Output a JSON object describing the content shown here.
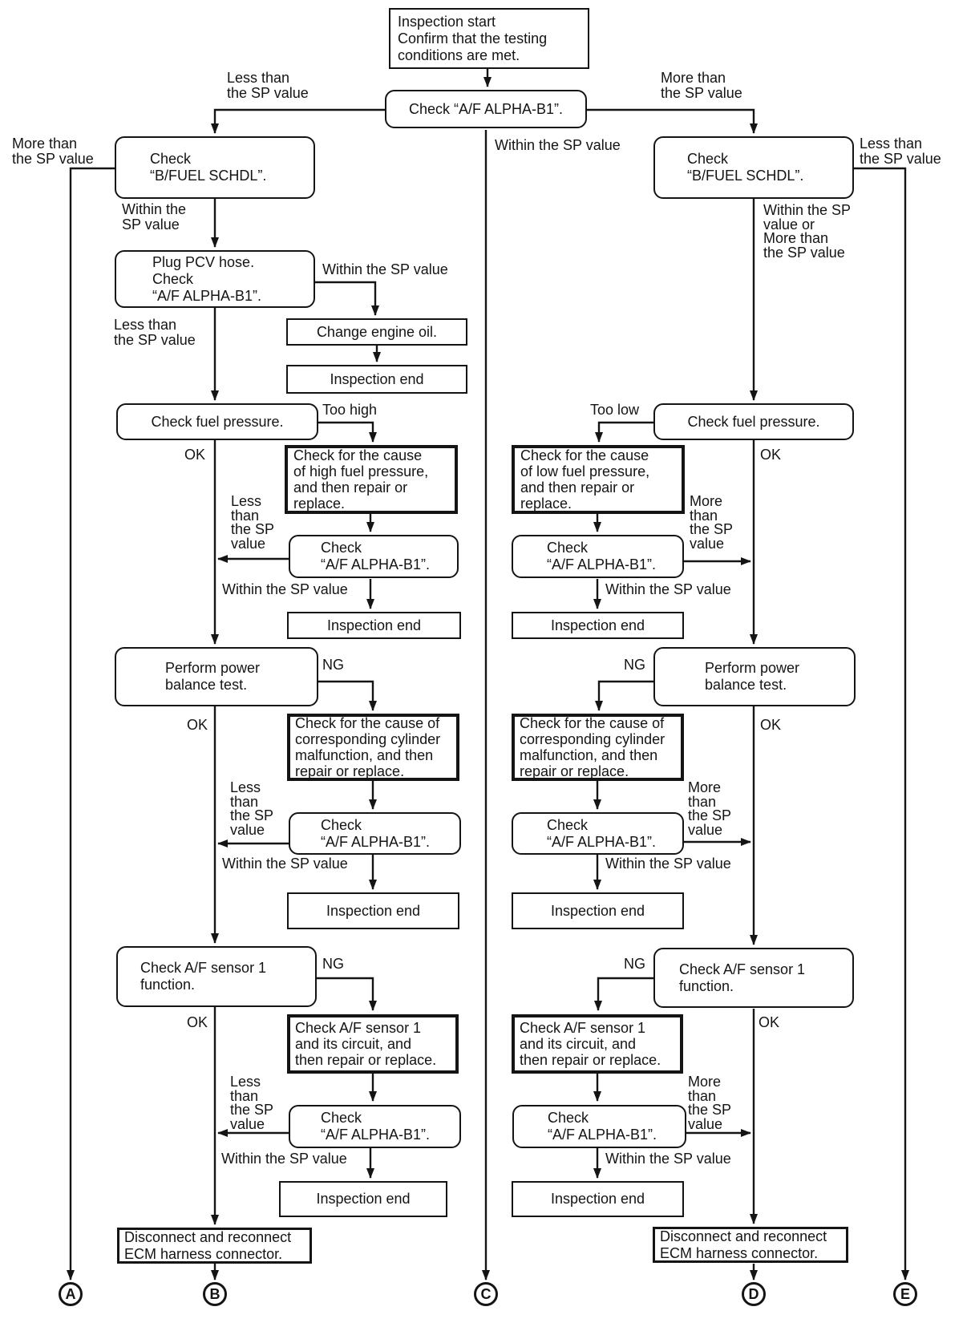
{
  "boxes": {
    "inspection_start": "Inspection start\nConfirm that the testing\nconditions are met.",
    "check_af_alpha_inline": "Check “A/F ALPHA-B1”.",
    "check_bfuel_schdl": "Check\n“B/FUEL SCHDL”.",
    "plug_pcv": "Plug PCV hose.\nCheck\n“A/F ALPHA-B1”.",
    "change_engine_oil": "Change engine oil.",
    "inspection_end": "Inspection end",
    "check_fuel_pressure": "Check fuel pressure.",
    "cause_high_fuel": "Check for the cause\nof high fuel pressure,\nand then repair or\nreplace.",
    "cause_low_fuel": "Check for the cause\nof low fuel pressure,\nand then repair or\nreplace.",
    "check_af_alpha": "Check\n“A/F ALPHA-B1”.",
    "power_balance": "Perform power\nbalance test.",
    "cause_cylinder": "Check for the cause of\ncorresponding cylinder\nmalfunction, and then\nrepair or replace.",
    "check_sensor": "Check A/F sensor 1\nfunction.",
    "check_sensor_circuit": "Check A/F sensor 1\nand its circuit, and\nthen repair or replace.",
    "disconnect_ecm": "Disconnect and reconnect\nECM harness connector."
  },
  "labels": {
    "less_than_2": "Less than\nthe SP value",
    "more_than_2": "More than\nthe SP value",
    "within_2": "Within the\nSP value",
    "within_1": "Within the SP value",
    "within_or_more_4": "Within the SP\nvalue or\nMore than\nthe SP value",
    "too_high": "Too high",
    "too_low": "Too low",
    "ok": "OK",
    "ng": "NG",
    "less_than_4": "Less\nthan\nthe SP\nvalue",
    "more_than_4": "More\nthan\nthe SP\nvalue"
  },
  "connectors": {
    "a": "A",
    "b": "B",
    "c": "C",
    "d": "D",
    "e": "E"
  }
}
